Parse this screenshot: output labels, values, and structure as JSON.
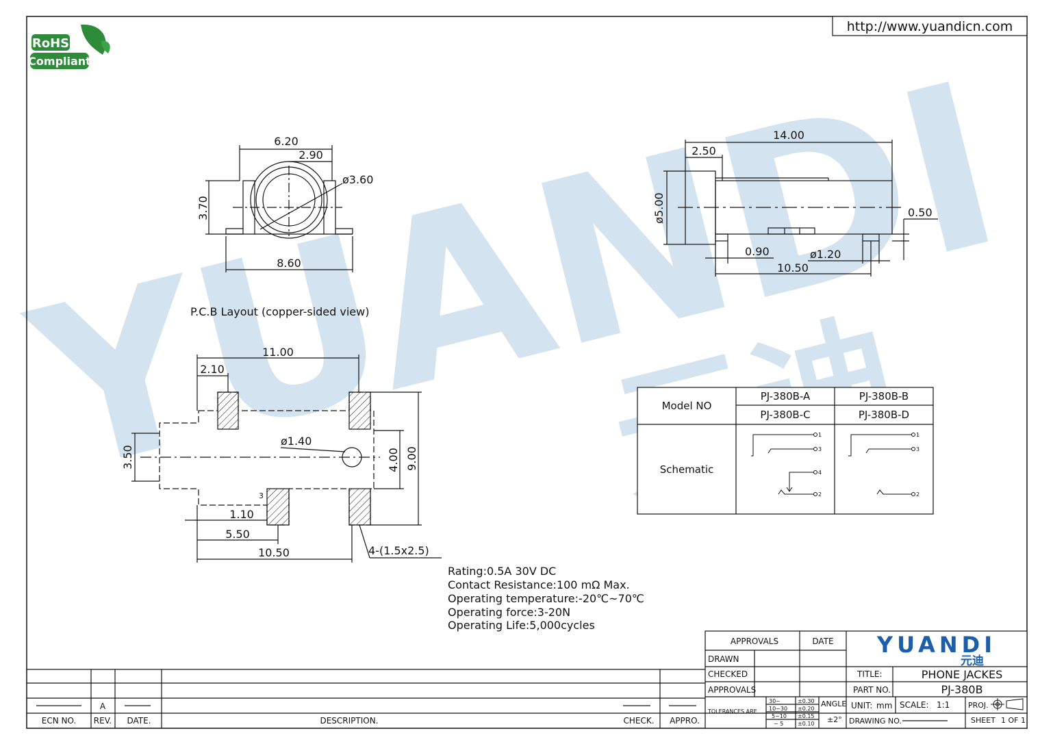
{
  "url": "http://www.yuandicn.com",
  "badge": {
    "line1": "RoHS",
    "line2": "Compliant"
  },
  "brand": {
    "name": "YUANDI",
    "chinese": "元迪",
    "color": "#1c5fa8"
  },
  "watermark": {
    "text": "YUANDI",
    "chinese": "元迪",
    "color": "#c9dcec"
  },
  "top_view": {
    "d_620": "6.20",
    "d_290": "2.90",
    "d_360": "ø3.60",
    "d_370": "3.70",
    "d_860": "8.60"
  },
  "side_view": {
    "d_1400": "14.00",
    "d_250": "2.50",
    "d_500": "ø5.00",
    "d_050": "0.50",
    "d_090": "0.90",
    "d_120": "ø1.20",
    "d_1050": "10.50"
  },
  "pcb": {
    "title": "P.C.B Layout (copper-sided view)",
    "d_1100": "11.00",
    "d_210": "2.10",
    "d_350": "3.50",
    "d_140": "ø1.40",
    "d_400": "4.00",
    "d_900": "9.00",
    "pin3": "3",
    "d_110": "1.10",
    "d_550": "5.50",
    "d_1050": "10.50",
    "pads": "4-(1.5x2.5)"
  },
  "specs": [
    "Rating:0.5A 30V DC",
    "Contact Resistance:100 mΩ Max.",
    "Operating temperature:-20℃~70℃",
    "Operating force:3-20N",
    "Operating Life:5,000cycles"
  ],
  "model_table": {
    "model_label": "Model NO",
    "schematic_label": "Schematic",
    "models": [
      "PJ-380B-A",
      "PJ-380B-B",
      "PJ-380B-C",
      "PJ-380B-D"
    ],
    "pins": [
      "1",
      "3",
      "4",
      "2"
    ]
  },
  "title_block": {
    "approvals": "APPROVALS",
    "date": "DATE",
    "drawn": "DRAWN",
    "checked": "CHECKED",
    "approvals2": "APPROVALS",
    "tolerances": "TOLERANCES ARE",
    "tol_ranges": [
      "30~",
      "10~30",
      "5~10",
      "~ 5"
    ],
    "tol_values": [
      "±0.30",
      "±0.20",
      "±0.15",
      "±0.10"
    ],
    "angle": "ANGLE",
    "angle_val": "±2°",
    "title_label": "TITLE:",
    "title": "PHONE JACKES",
    "part_label": "PART NO.",
    "part": "PJ-380B",
    "unit_label": "UNIT:",
    "unit": "mm",
    "scale_label": "SCALE:",
    "scale": "1:1",
    "proj_label": "PROJ.",
    "drawing_label": "DRAWING NO.",
    "sheet_label": "SHEET",
    "sheet": "1 OF 1"
  },
  "revision_block": {
    "ecn": "ECN NO.",
    "rev": "REV.",
    "date": "DATE.",
    "desc": "DESCRIPTION.",
    "check": "CHECK.",
    "appro": "APPRO.",
    "rev_value": "A"
  }
}
